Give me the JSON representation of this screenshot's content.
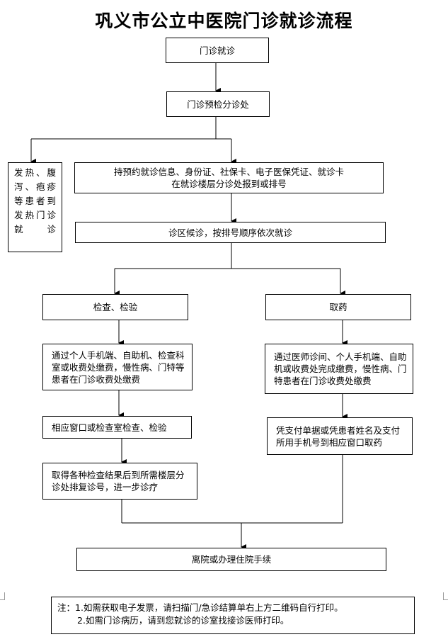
{
  "title": "巩义市公立中医院门诊就诊流程",
  "steps": {
    "s1": "门诊就诊",
    "s2": "门诊预检分诊处",
    "fever": "发热、腹泻、疱疹等患者到发热门诊就诊",
    "s3_line1": "持预约就诊信息、身份证、社保卡、电子医保凭证、就诊卡",
    "s3_line2": "在就诊楼层分诊处报到或排号",
    "s4": "诊区候诊，按排号顺序依次就诊",
    "exam": "检查、检验",
    "medicine": "取药",
    "exam_pay": "通过个人手机端、自助机、检查科室或收费处缴费，慢性病、门特等患者在门诊收费处缴费",
    "med_pay": "通过医师诊间、个人手机端、自助机或收费处完成缴费，慢性病、门特患者在门诊收费处缴费",
    "exam_do": "相应窗口或检查室检查、检验",
    "med_take": "凭支付单据或凭患者姓名及支付所用手机号到相应窗口取药",
    "exam_result": "取得各种检查结果后到所需楼层分诊处排复诊号，进一步诊疗",
    "final": "离院或办理住院手续"
  },
  "note": {
    "line1": "注：1.如需获取电子发票，请扫描门/急诊结算单右上方二维码自行打印。",
    "line2": "2.如需门诊病历，请到您就诊的诊室找接诊医师打印。"
  }
}
